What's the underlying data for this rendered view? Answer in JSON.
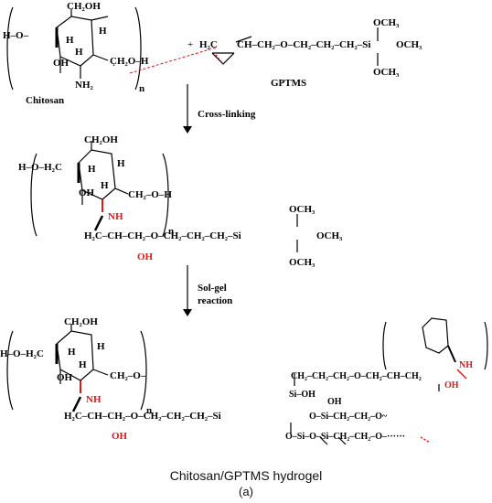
{
  "top": {
    "chitosan_label": "Chitosan",
    "gptms_label": "GPTMS",
    "plus": "+",
    "n": "n",
    "ch2oh": "CH₂OH",
    "ho": "H–O–",
    "h": "H",
    "oh": "OH",
    "nh2": "NH₂",
    "ch2oh_right": "C̣H₂O–H",
    "gptms_chain": "CH–CH₂–O–CH₂–CH₂–CH₂–Si",
    "h2c": "H₂C",
    "och3": "OCH₃"
  },
  "step1": {
    "label": "Cross-linking"
  },
  "middle": {
    "ho_h2c": "H–O–H₂C",
    "ch2oh": "CH₂OH",
    "h": "H",
    "oh": "OH",
    "nh": "NH",
    "ch2oh_right": "CH₂–O–H",
    "n": "n",
    "chain": "H₂C–CH–CH₂–O–CH₂–CH₂–CH₂–Si",
    "oh_red": "OH",
    "och3": "OCH₃"
  },
  "step2": {
    "line1": "Sol-gel",
    "line2": "reaction"
  },
  "bottom": {
    "ho_h2c": "H–O–H₂C",
    "ch2oh": "CH₂OH",
    "h": "H",
    "oh": "OH",
    "nh": "NH",
    "ch2o": "CH₂–O–",
    "n": "n",
    "chain": "H₂C–CH–CH₂–O–CH₂–CH₂–CH₂–Si",
    "oh_red": "OH",
    "si_upper_chain": "CH₂–CH₂–CH₂–O–CH₂–CH–CH₂",
    "si_oh": "Si–OH",
    "si_row2": "O–Si–CH₂–CH₂–O~",
    "si_row3": "O–Si–O–Si–CH₂–CH₂–O–······",
    "oh_top": "OH",
    "nh_right": "NH",
    "oh_red_right": "OH"
  },
  "caption": {
    "title": "Chitosan/GPTMS hydrogel",
    "panel": "(a)"
  }
}
